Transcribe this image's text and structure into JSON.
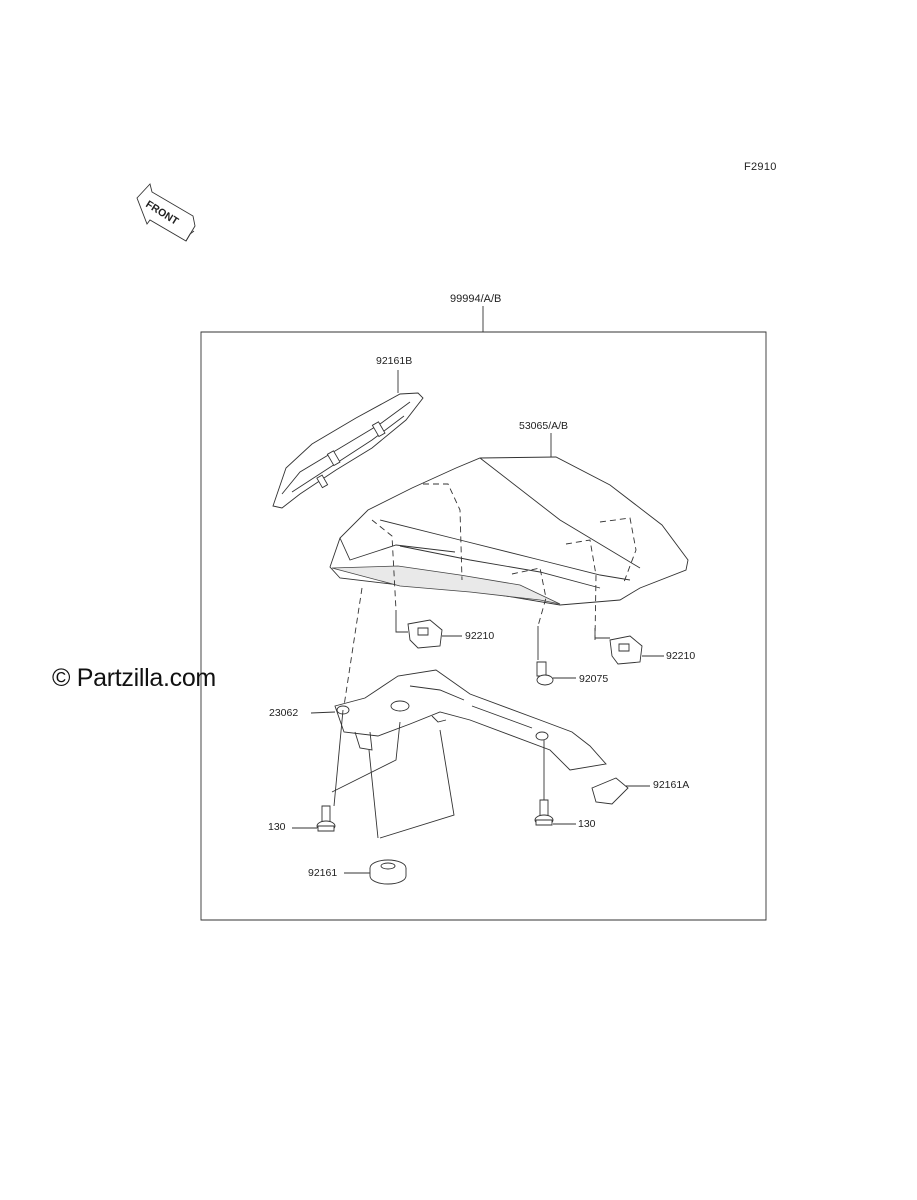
{
  "figure_code": "F2910",
  "front_badge": "FRONT",
  "watermark": "© Partzilla.com",
  "kit": {
    "part_number": "99994/A/B"
  },
  "parts": [
    {
      "id": "92161B",
      "label": "92161B"
    },
    {
      "id": "53065",
      "label": "53065/A/B"
    },
    {
      "id": "92210-left",
      "label": "92210"
    },
    {
      "id": "92210-right",
      "label": "92210"
    },
    {
      "id": "92075",
      "label": "92075"
    },
    {
      "id": "23062",
      "label": "23062"
    },
    {
      "id": "92161A",
      "label": "92161A"
    },
    {
      "id": "130-left",
      "label": "130"
    },
    {
      "id": "130-right",
      "label": "130"
    },
    {
      "id": "92161",
      "label": "92161"
    }
  ]
}
